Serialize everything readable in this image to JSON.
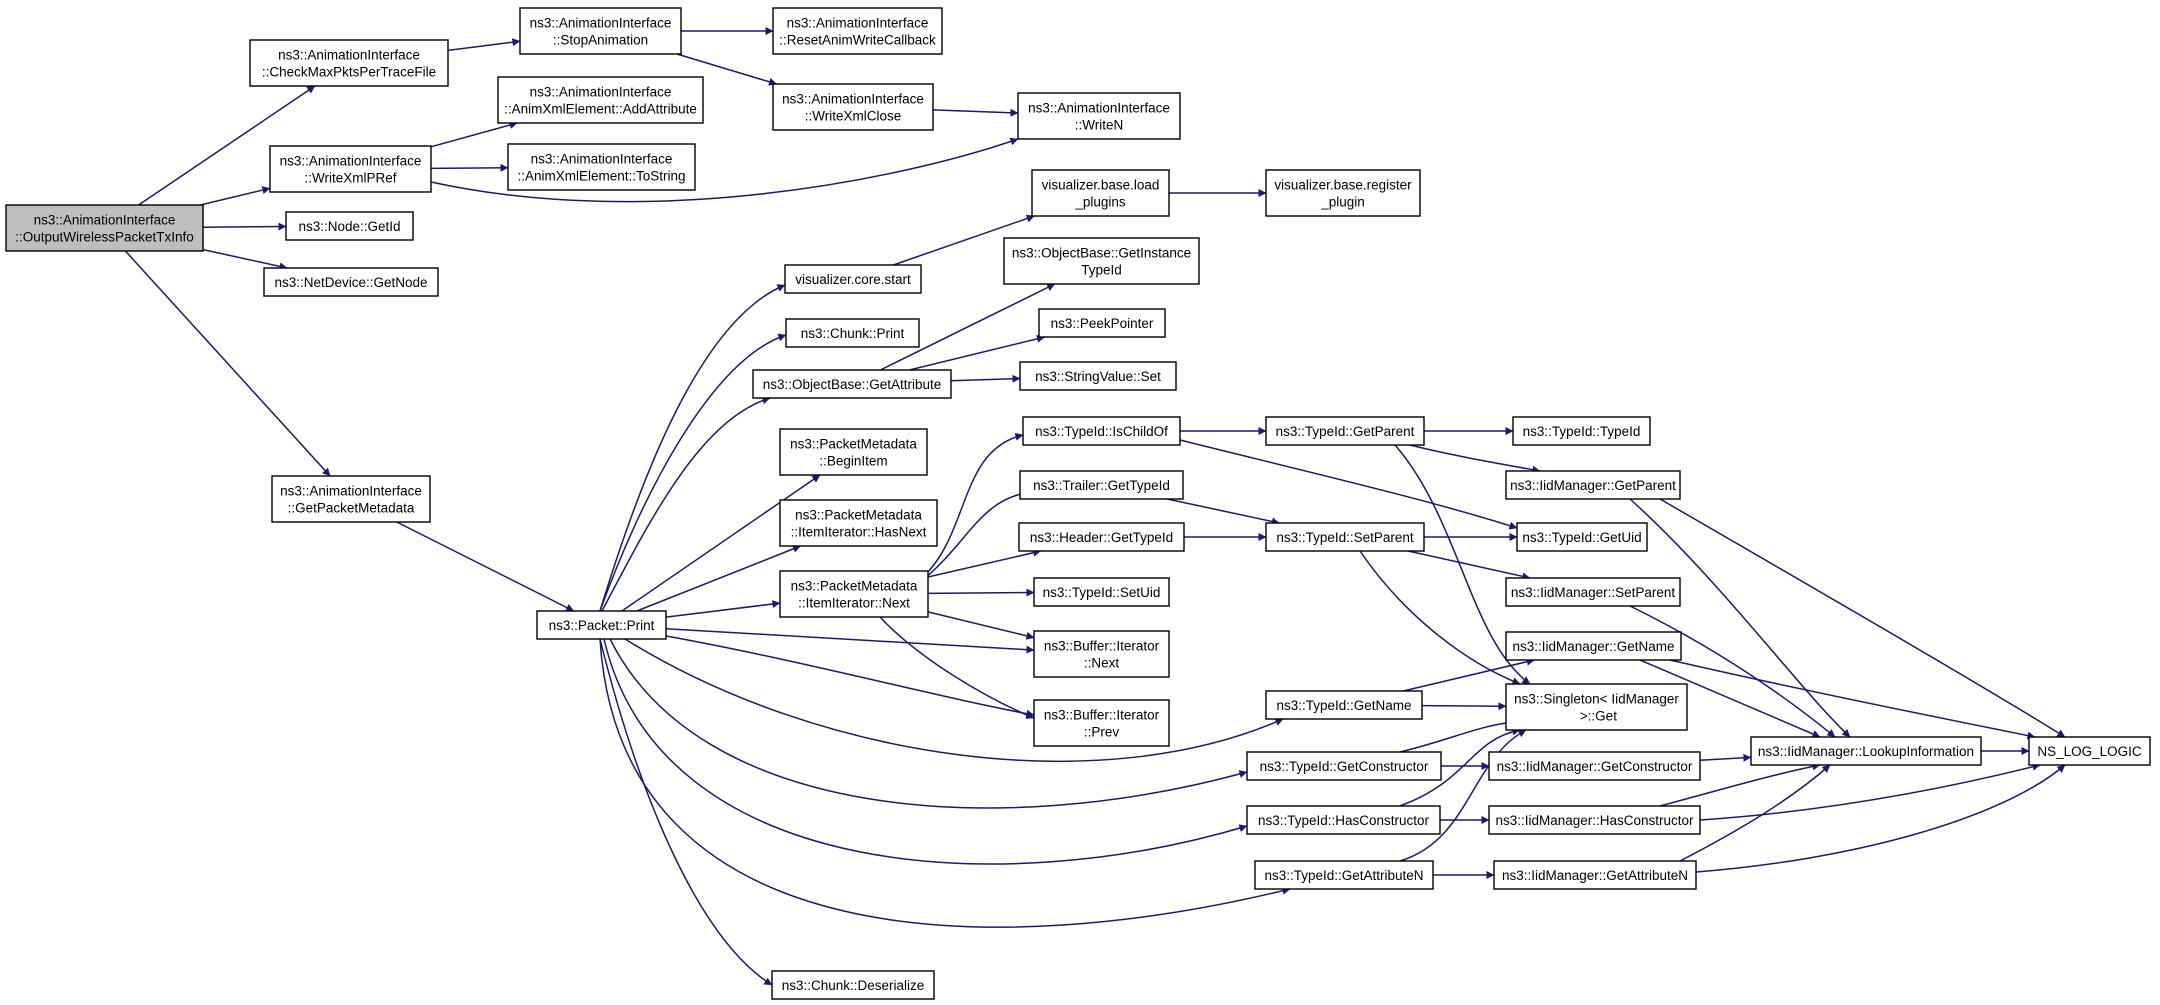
{
  "diagram": {
    "type": "call-graph",
    "colors": {
      "edge": "#191970",
      "root_fill": "#bfbfbf",
      "node_fill": "#ffffff",
      "node_border": "#000000"
    },
    "root": "n_root",
    "nodes": [
      {
        "id": "n_root",
        "lines": [
          "ns3::AnimationInterface",
          "::OutputWirelessPacketTxInfo"
        ]
      },
      {
        "id": "n_chk",
        "lines": [
          "ns3::AnimationInterface",
          "::CheckMaxPktsPerTraceFile"
        ]
      },
      {
        "id": "n_stop",
        "lines": [
          "ns3::AnimationInterface",
          "::StopAnimation"
        ]
      },
      {
        "id": "n_reset",
        "lines": [
          "ns3::AnimationInterface",
          "::ResetAnimWriteCallback"
        ]
      },
      {
        "id": "n_addattr",
        "lines": [
          "ns3::AnimationInterface",
          "::AnimXmlElement::AddAttribute"
        ]
      },
      {
        "id": "n_wclose",
        "lines": [
          "ns3::AnimationInterface",
          "::WriteXmlClose"
        ]
      },
      {
        "id": "n_writen",
        "lines": [
          "ns3::AnimationInterface",
          "::WriteN"
        ]
      },
      {
        "id": "n_wpref",
        "lines": [
          "ns3::AnimationInterface",
          "::WriteXmlPRef"
        ]
      },
      {
        "id": "n_tostr",
        "lines": [
          "ns3::AnimationInterface",
          "::AnimXmlElement::ToString"
        ]
      },
      {
        "id": "n_getid",
        "lines": [
          "ns3::Node::GetId"
        ]
      },
      {
        "id": "n_getnode",
        "lines": [
          "ns3::NetDevice::GetNode"
        ]
      },
      {
        "id": "n_getpm",
        "lines": [
          "ns3::AnimationInterface",
          "::GetPacketMetadata"
        ]
      },
      {
        "id": "n_pprint",
        "lines": [
          "ns3::Packet::Print"
        ]
      },
      {
        "id": "n_vload",
        "lines": [
          "visualizer.base.load",
          "_plugins"
        ]
      },
      {
        "id": "n_vreg",
        "lines": [
          "visualizer.base.register",
          "_plugin"
        ]
      },
      {
        "id": "n_vstart",
        "lines": [
          "visualizer.core.start"
        ]
      },
      {
        "id": "n_getinst",
        "lines": [
          "ns3::ObjectBase::GetInstance",
          "TypeId"
        ]
      },
      {
        "id": "n_cprint",
        "lines": [
          "ns3::Chunk::Print"
        ]
      },
      {
        "id": "n_peek",
        "lines": [
          "ns3::PeekPointer"
        ]
      },
      {
        "id": "n_getattr",
        "lines": [
          "ns3::ObjectBase::GetAttribute"
        ]
      },
      {
        "id": "n_svset",
        "lines": [
          "ns3::StringValue::Set"
        ]
      },
      {
        "id": "n_begin",
        "lines": [
          "ns3::PacketMetadata",
          "::BeginItem"
        ]
      },
      {
        "id": "n_ischild",
        "lines": [
          "ns3::TypeId::IsChildOf"
        ]
      },
      {
        "id": "n_getparent",
        "lines": [
          "ns3::TypeId::GetParent"
        ]
      },
      {
        "id": "n_typeid",
        "lines": [
          "ns3::TypeId::TypeId"
        ]
      },
      {
        "id": "n_trailer",
        "lines": [
          "ns3::Trailer::GetTypeId"
        ]
      },
      {
        "id": "n_iidgetparent",
        "lines": [
          "ns3::IidManager::GetParent"
        ]
      },
      {
        "id": "n_hasnext",
        "lines": [
          "ns3::PacketMetadata",
          "::ItemIterator::HasNext"
        ]
      },
      {
        "id": "n_header",
        "lines": [
          "ns3::Header::GetTypeId"
        ]
      },
      {
        "id": "n_setparent",
        "lines": [
          "ns3::TypeId::SetParent"
        ]
      },
      {
        "id": "n_getuid",
        "lines": [
          "ns3::TypeId::GetUid"
        ]
      },
      {
        "id": "n_next",
        "lines": [
          "ns3::PacketMetadata",
          "::ItemIterator::Next"
        ]
      },
      {
        "id": "n_setuid",
        "lines": [
          "ns3::TypeId::SetUid"
        ]
      },
      {
        "id": "n_iidsetparent",
        "lines": [
          "ns3::IidManager::SetParent"
        ]
      },
      {
        "id": "n_bnext",
        "lines": [
          "ns3::Buffer::Iterator",
          "::Next"
        ]
      },
      {
        "id": "n_iidgetname",
        "lines": [
          "ns3::IidManager::GetName"
        ]
      },
      {
        "id": "n_bprev",
        "lines": [
          "ns3::Buffer::Iterator",
          "::Prev"
        ]
      },
      {
        "id": "n_tgetname",
        "lines": [
          "ns3::TypeId::GetName"
        ]
      },
      {
        "id": "n_singleton",
        "lines": [
          "ns3::Singleton< IidManager",
          " >::Get"
        ]
      },
      {
        "id": "n_tgetctor",
        "lines": [
          "ns3::TypeId::GetConstructor"
        ]
      },
      {
        "id": "n_iidgetctor",
        "lines": [
          "ns3::IidManager::GetConstructor"
        ]
      },
      {
        "id": "n_lookup",
        "lines": [
          "ns3::IidManager::LookupInformation"
        ]
      },
      {
        "id": "n_nslog",
        "lines": [
          "NS_LOG_LOGIC"
        ]
      },
      {
        "id": "n_thasctor",
        "lines": [
          "ns3::TypeId::HasConstructor"
        ]
      },
      {
        "id": "n_iidhasctor",
        "lines": [
          "ns3::IidManager::HasConstructor"
        ]
      },
      {
        "id": "n_tgetattrn",
        "lines": [
          "ns3::TypeId::GetAttributeN"
        ]
      },
      {
        "id": "n_iidgetattrn",
        "lines": [
          "ns3::IidManager::GetAttributeN"
        ]
      },
      {
        "id": "n_deser",
        "lines": [
          "ns3::Chunk::Deserialize"
        ]
      }
    ],
    "edges": [
      [
        "n_root",
        "n_chk"
      ],
      [
        "n_root",
        "n_wpref"
      ],
      [
        "n_root",
        "n_getid"
      ],
      [
        "n_root",
        "n_getnode"
      ],
      [
        "n_root",
        "n_getpm"
      ],
      [
        "n_chk",
        "n_stop"
      ],
      [
        "n_stop",
        "n_reset"
      ],
      [
        "n_stop",
        "n_wclose"
      ],
      [
        "n_wclose",
        "n_writen"
      ],
      [
        "n_wpref",
        "n_addattr"
      ],
      [
        "n_wpref",
        "n_tostr"
      ],
      [
        "n_wpref",
        "n_writen"
      ],
      [
        "n_getpm",
        "n_pprint"
      ],
      [
        "n_pprint",
        "n_vstart"
      ],
      [
        "n_pprint",
        "n_cprint"
      ],
      [
        "n_pprint",
        "n_getattr"
      ],
      [
        "n_pprint",
        "n_begin"
      ],
      [
        "n_pprint",
        "n_hasnext"
      ],
      [
        "n_pprint",
        "n_next"
      ],
      [
        "n_pprint",
        "n_bnext"
      ],
      [
        "n_pprint",
        "n_bprev"
      ],
      [
        "n_pprint",
        "n_tgetname"
      ],
      [
        "n_pprint",
        "n_tgetctor"
      ],
      [
        "n_pprint",
        "n_thasctor"
      ],
      [
        "n_pprint",
        "n_tgetattrn"
      ],
      [
        "n_pprint",
        "n_deser"
      ],
      [
        "n_vstart",
        "n_vload"
      ],
      [
        "n_vload",
        "n_vreg"
      ],
      [
        "n_getattr",
        "n_getinst"
      ],
      [
        "n_getattr",
        "n_peek"
      ],
      [
        "n_getattr",
        "n_svset"
      ],
      [
        "n_next",
        "n_ischild"
      ],
      [
        "n_next",
        "n_trailer"
      ],
      [
        "n_next",
        "n_header"
      ],
      [
        "n_next",
        "n_setuid"
      ],
      [
        "n_next",
        "n_bnext"
      ],
      [
        "n_next",
        "n_bprev"
      ],
      [
        "n_ischild",
        "n_getparent"
      ],
      [
        "n_ischild",
        "n_getuid"
      ],
      [
        "n_getparent",
        "n_typeid"
      ],
      [
        "n_getparent",
        "n_iidgetparent"
      ],
      [
        "n_getparent",
        "n_singleton"
      ],
      [
        "n_trailer",
        "n_setparent"
      ],
      [
        "n_header",
        "n_setparent"
      ],
      [
        "n_setparent",
        "n_getuid"
      ],
      [
        "n_setparent",
        "n_iidsetparent"
      ],
      [
        "n_setparent",
        "n_singleton"
      ],
      [
        "n_iidgetparent",
        "n_lookup"
      ],
      [
        "n_iidgetparent",
        "n_nslog"
      ],
      [
        "n_iidsetparent",
        "n_lookup"
      ],
      [
        "n_tgetname",
        "n_iidgetname"
      ],
      [
        "n_tgetname",
        "n_singleton"
      ],
      [
        "n_iidgetname",
        "n_lookup"
      ],
      [
        "n_iidgetname",
        "n_nslog"
      ],
      [
        "n_tgetctor",
        "n_singleton"
      ],
      [
        "n_tgetctor",
        "n_iidgetctor"
      ],
      [
        "n_iidgetctor",
        "n_lookup"
      ],
      [
        "n_lookup",
        "n_nslog"
      ],
      [
        "n_thasctor",
        "n_singleton"
      ],
      [
        "n_thasctor",
        "n_iidhasctor"
      ],
      [
        "n_iidhasctor",
        "n_lookup"
      ],
      [
        "n_iidhasctor",
        "n_nslog"
      ],
      [
        "n_tgetattrn",
        "n_singleton"
      ],
      [
        "n_tgetattrn",
        "n_iidgetattrn"
      ],
      [
        "n_iidgetattrn",
        "n_lookup"
      ],
      [
        "n_iidgetattrn",
        "n_nslog"
      ]
    ]
  }
}
